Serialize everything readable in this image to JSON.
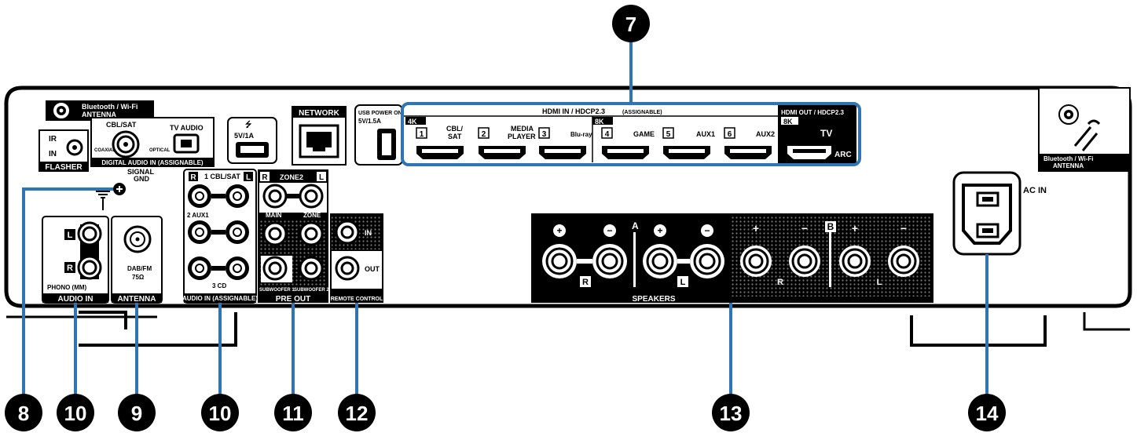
{
  "callouts": [
    "7",
    "8",
    "10",
    "9",
    "10",
    "11",
    "12",
    "13",
    "14"
  ],
  "bt_left": {
    "line1": "Bluetooth / Wi-Fi",
    "line2": "ANTENNA"
  },
  "bt_right": {
    "line1": "Bluetooth / Wi-Fi",
    "line2": "ANTENNA"
  },
  "flasher": {
    "ir": "IR",
    "in": "IN",
    "title": "FLASHER"
  },
  "digital": {
    "cbl_sat": "CBL/SAT",
    "tv_audio": "TV AUDIO",
    "coaxial": "COAXIAL",
    "optical": "OPTICAL",
    "title": "DIGITAL AUDIO IN (ASSIGNABLE)"
  },
  "usb": {
    "rating": "5V/1A"
  },
  "network": {
    "title": "NETWORK"
  },
  "usb_power": {
    "line1": "USB POWER ONLY",
    "line2": "5V/1.5A"
  },
  "hdmi_in": {
    "title": "HDMI IN / HDCP2.3",
    "assignable": "(ASSIGNABLE)",
    "badge_4k": "4K",
    "badge_8k": "8K",
    "ports": [
      {
        "num": "1",
        "name": "CBL/ SAT"
      },
      {
        "num": "2",
        "name": "MEDIA PLAYER"
      },
      {
        "num": "3",
        "name": "Blu-ray"
      },
      {
        "num": "4",
        "name": "GAME"
      },
      {
        "num": "5",
        "name": "AUX1"
      },
      {
        "num": "6",
        "name": "AUX2"
      }
    ]
  },
  "hdmi_out": {
    "title": "HDMI OUT / HDCP2.3",
    "badge": "8K",
    "tv": "TV",
    "arc": "ARC"
  },
  "signal_gnd": {
    "line1": "SIGNAL",
    "line2": "GND"
  },
  "phono": {
    "l": "L",
    "r": "R",
    "label": "PHONO (MM)",
    "title": "AUDIO IN"
  },
  "antenna": {
    "dab": "DAB/FM",
    "ohm": "75Ω",
    "title": "ANTENNA"
  },
  "audio_in": {
    "r": "R",
    "l": "L",
    "row1": "1 CBL/SAT",
    "row2": "2 AUX1",
    "row3": "3 CD",
    "title": "AUDIO IN (ASSIGNABLE)"
  },
  "pre_out": {
    "r": "R",
    "zone2": "ZONE2",
    "l": "L",
    "main": "MAIN",
    "zone": "ZONE",
    "sw1": "SUBWOOFER 1",
    "sw2": "SUBWOOFER 2",
    "title": "PRE OUT"
  },
  "remote": {
    "in": "IN",
    "out": "OUT",
    "title": "REMOTE CONTROL"
  },
  "speakers": {
    "a": "A",
    "b": "B",
    "r": "R",
    "l": "L",
    "title": "SPEAKERS"
  },
  "ac_in": {
    "label": "AC IN"
  },
  "colors": {
    "callout_line": "#2f74b5",
    "panel": "#000000"
  }
}
